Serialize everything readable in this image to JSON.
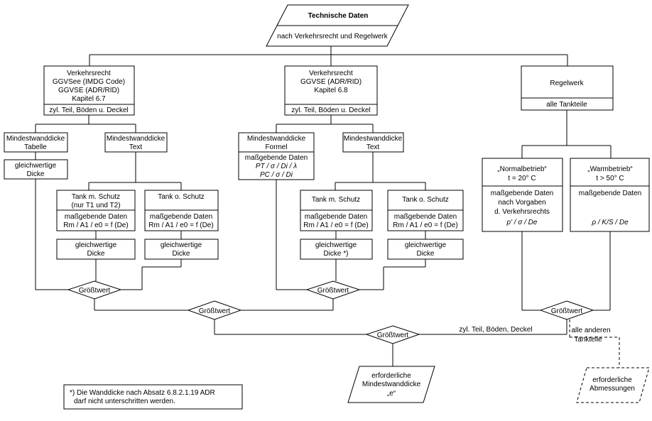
{
  "top": {
    "title": "Technische Daten",
    "subtitle": "nach Verkehrsrecht und Regelwerk"
  },
  "col1": {
    "line1": "Verkehrsrecht",
    "line2": "GGVSee (IMDG Code)",
    "line3": "GGVSE (ADR/RID)",
    "line4": "Kapitel 6.7",
    "footer": "zyl. Teil, Böden u. Deckel",
    "tabelle_1": "Mindestwanddicke",
    "tabelle_2": "Tabelle",
    "text_1": "Mindestwanddicke",
    "text_2": "Text",
    "gleich_1": "gleichwertige",
    "gleich_2": "Dicke",
    "schutz_1": "Tank m. Schutz",
    "schutz_2": "(nur T1 und T2)",
    "daten": "maßgebende Daten",
    "formel": "Rm / A1 / e0 = f (De)",
    "gleichA_1": "gleichwertige",
    "gleichA_2": "Dicke",
    "oschutz": "Tank o. Schutz",
    "daten2": "maßgebende Daten",
    "formel2": "Rm / A1 / e0 = f (De)",
    "gleichB_1": "gleichwertige",
    "gleichB_2": "Dicke",
    "max": "Größtwert"
  },
  "col2": {
    "line1": "Verkehrsrecht",
    "line2": "GGVSE (ADR/RID)",
    "line3": "Kapitel 6.8",
    "footer": "zyl. Teil, Böden u. Deckel",
    "formel_1": "Mindestwanddicke",
    "formel_2": "Formel",
    "formel_daten": "maßgebende Daten",
    "formel_v1": "PT / σ / Di / λ",
    "formel_v2": "PC / σ / Di",
    "text_1": "Mindestwanddicke",
    "text_2": "Text",
    "schutz": "Tank m. Schutz",
    "daten": "maßgebende Daten",
    "formel": "Rm / A1 / e0 = f (De)",
    "gleichA_1": "gleichwertige",
    "gleichA_2": "Dicke *)",
    "oschutz": "Tank o. Schutz",
    "daten2": "maßgebende Daten",
    "formel2": "Rm / A1 / e0 = f (De)",
    "gleichB_1": "gleichwertige",
    "gleichB_2": "Dicke",
    "max": "Größtwert"
  },
  "col3": {
    "title": "Regelwerk",
    "footer": "alle Tankteile",
    "normal_1": "„Normalbetrieb“",
    "normal_2": "t = 20° C",
    "normal_3": "maßgebende Daten",
    "normal_4": "nach Vorgaben",
    "normal_5": "d. Verkehrsrechts",
    "normal_6": "p' / σ / De",
    "warm_1": "„Warmbetrieb“",
    "warm_2": "t > 50° C",
    "warm_3": "maßgebende Daten",
    "warm_6": "ρ / K/S / De",
    "max": "Größtwert"
  },
  "bottom": {
    "max_mid": "Größtwert",
    "max_final": "Größtwert",
    "edge_label": "zyl. Teil, Böden, Deckel",
    "other_1": "alle anderen",
    "other_2": "Tankteile",
    "result_1": "erforderliche",
    "result_2": "Mindestwanddicke",
    "result_3": "„e“",
    "abm_1": "erforderliche",
    "abm_2": "Abmessungen",
    "footnote_1": "*)  Die Wanddicke nach Absatz 6.8.2.1.19 ADR",
    "footnote_2": "darf nicht unterschritten werden."
  }
}
